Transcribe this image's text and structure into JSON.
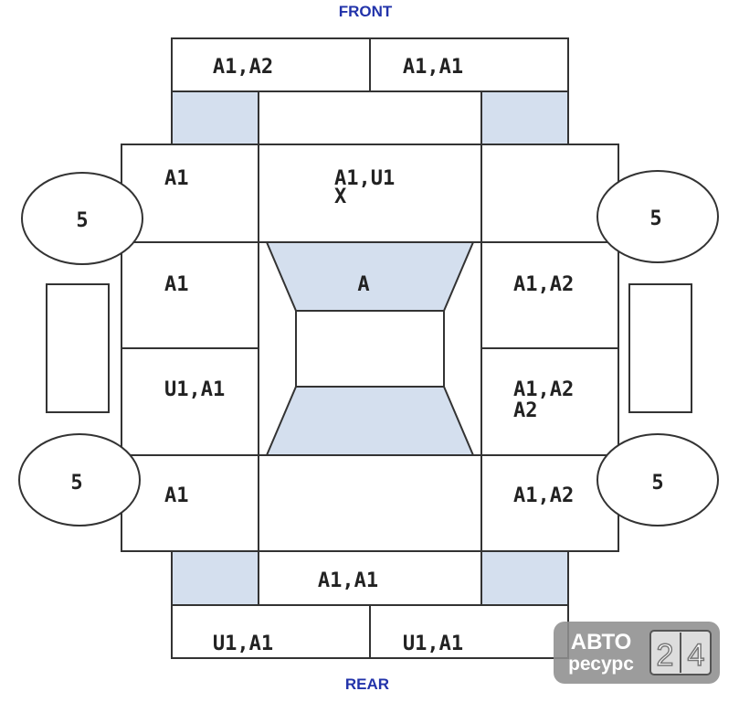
{
  "directions": {
    "front": "FRONT",
    "rear": "REAR"
  },
  "panels": {
    "front_left": "A1,A2",
    "front_right": "A1,A1",
    "hood_left": "A1",
    "hood_center_line1": "A1,U1",
    "hood_center_line2": "X",
    "roof_front": "A",
    "left_front_door": "A1",
    "left_rear_door": "U1,A1",
    "left_rear": "A1",
    "right_front_door": "A1,A2",
    "right_rear_door_line1": "A1,A2",
    "right_rear_door_line2": "A2",
    "right_rear": "A1,A2",
    "trunk": "A1,A1",
    "rear_left": "U1,A1",
    "rear_right": "U1,A1"
  },
  "wheels": {
    "front_left": "5",
    "front_right": "5",
    "rear_left": "5",
    "rear_right": "5"
  },
  "watermark": {
    "line1": "АВТО",
    "line2": "ресурс",
    "digit1": "2",
    "digit2": "4"
  },
  "colors": {
    "line": "#333333",
    "glass": "#d4dfee",
    "label_blue": "#2233aa"
  }
}
